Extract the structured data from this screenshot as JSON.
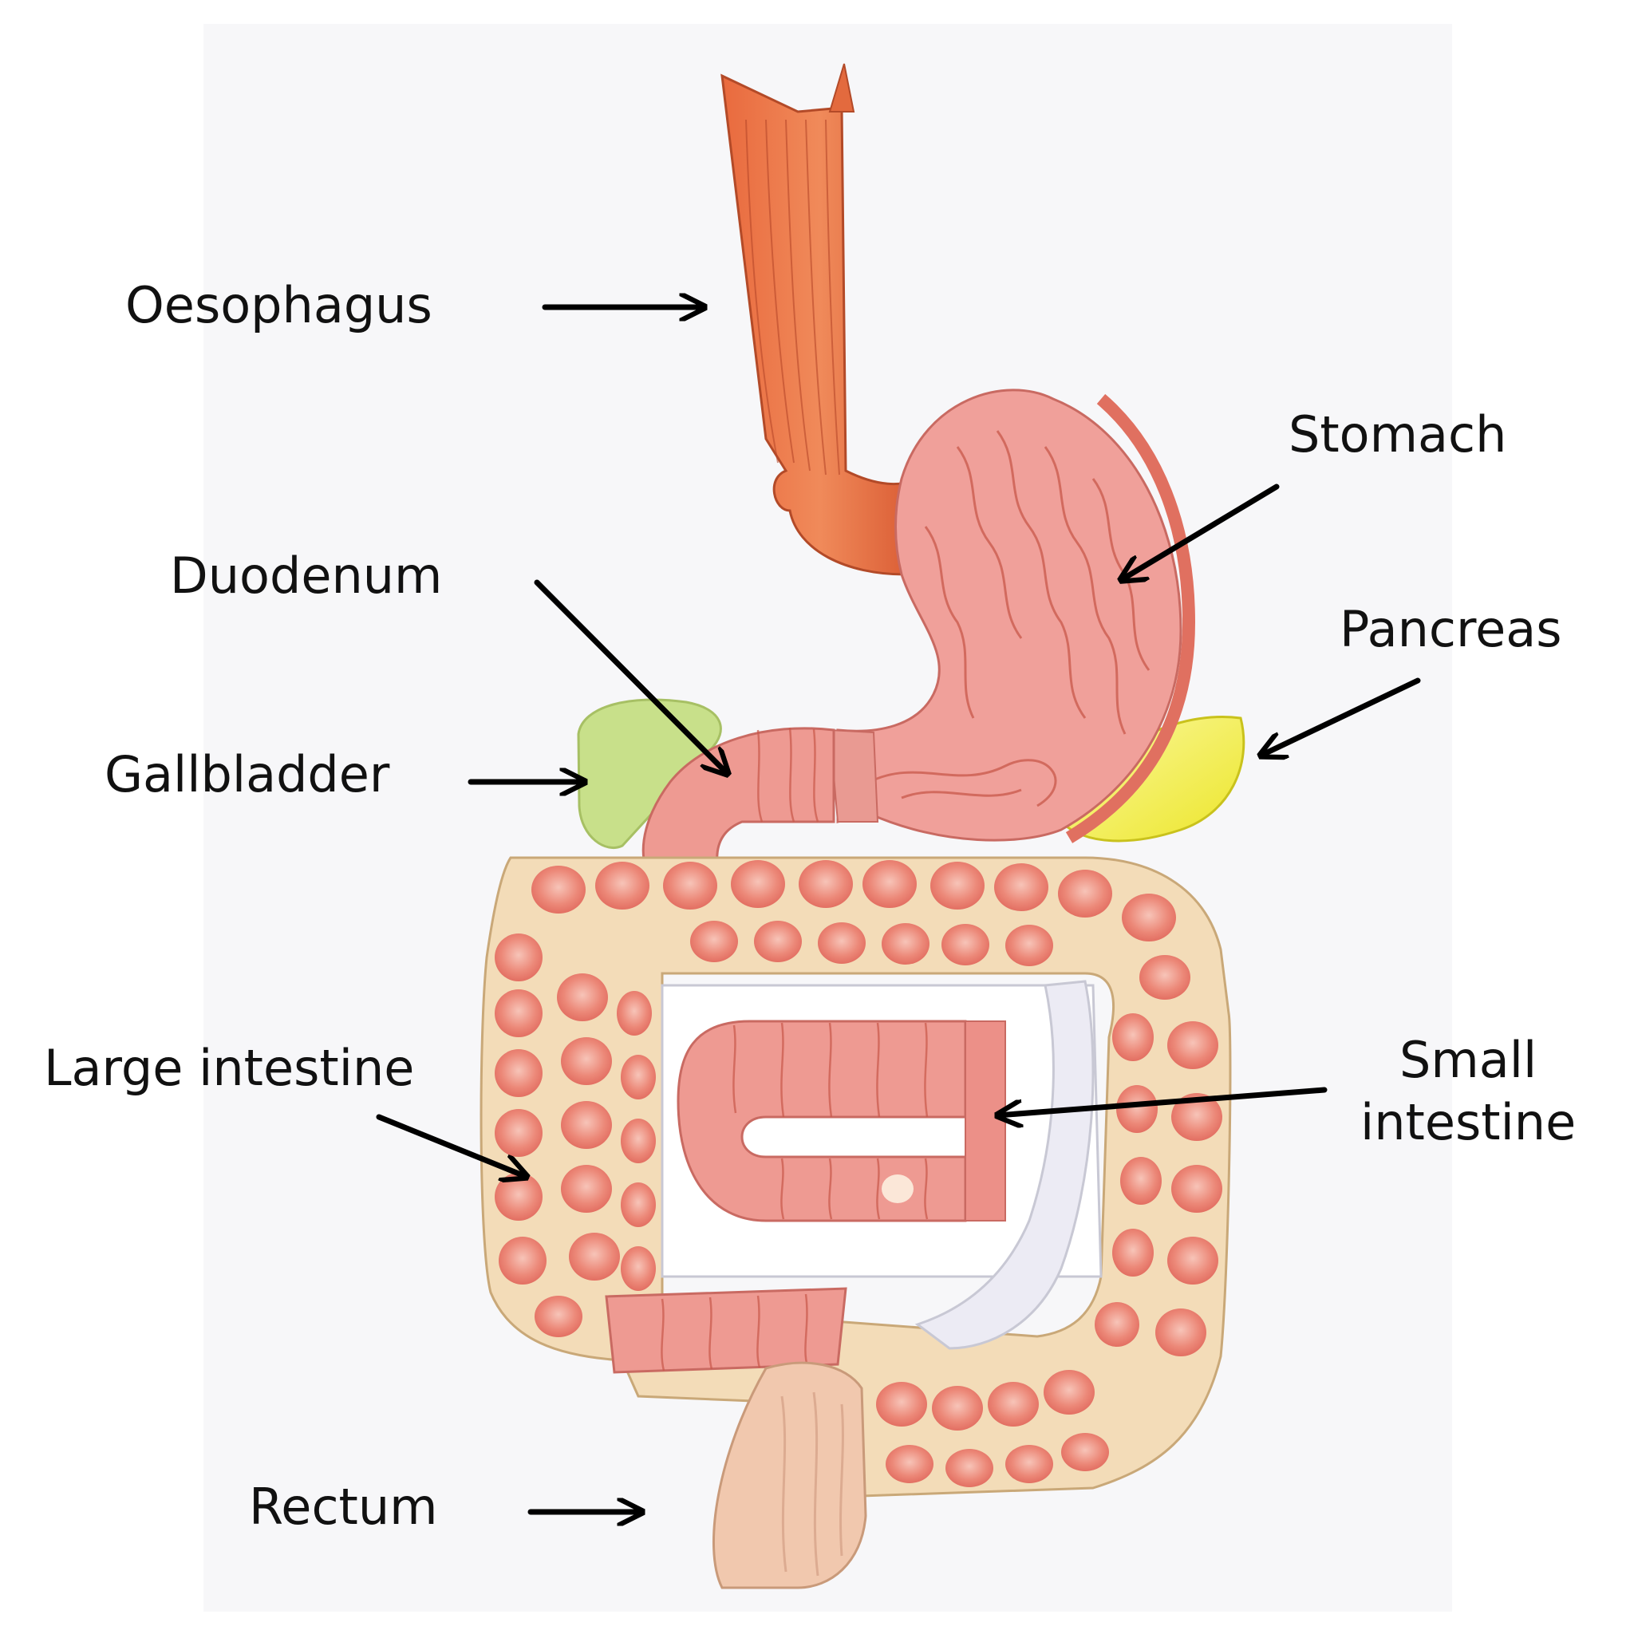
{
  "labels": {
    "oesophagus": "Oesophagus",
    "stomach": "Stomach",
    "duodenum": "Duodenum",
    "pancreas": "Pancreas",
    "gallbladder": "Gallbladder",
    "large_intestine": "Large intestine",
    "small_intestine_line1": "Small",
    "small_intestine_line2": "intestine",
    "rectum": "Rectum"
  },
  "colors": {
    "background": "#ffffff",
    "photo_backdrop": "#f7f7f9",
    "oesophagus": "#e0643a",
    "stomach": "#f0a09a",
    "stomach_lines": "#c9584a",
    "pancreas": "#f2ee3a",
    "gallbladder": "#c8e08a",
    "large_intestine": "#f3dcb8",
    "large_intestine_haustra": "#e8766a",
    "small_intestine": "#ee9a92",
    "rectum": "#f1c8ae",
    "arrow": "#000000"
  }
}
